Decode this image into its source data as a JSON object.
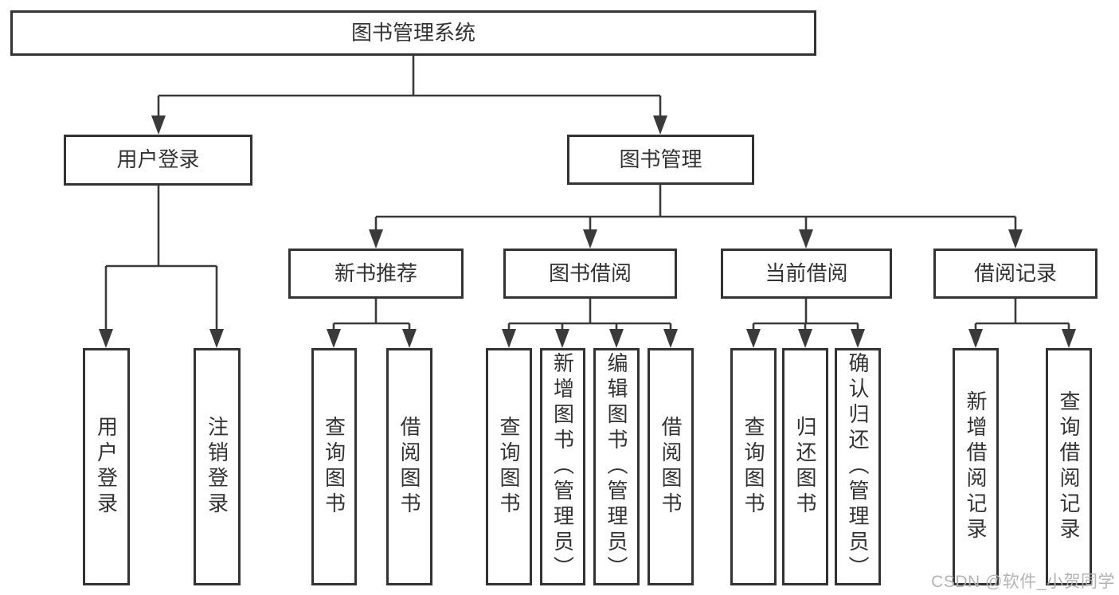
{
  "diagram": {
    "type": "tree",
    "root": {
      "label": "图书管理系统",
      "children": [
        {
          "label": "用户登录",
          "children": [
            {
              "label": "用户登录"
            },
            {
              "label": "注销登录"
            }
          ]
        },
        {
          "label": "图书管理",
          "children": [
            {
              "label": "新书推荐",
              "children": [
                {
                  "label": "查询图书"
                },
                {
                  "label": "借阅图书"
                }
              ]
            },
            {
              "label": "图书借阅",
              "children": [
                {
                  "label": "查询图书"
                },
                {
                  "label": "新增图书（管理员）"
                },
                {
                  "label": "编辑图书（管理员）"
                },
                {
                  "label": "借阅图书"
                }
              ]
            },
            {
              "label": "当前借阅",
              "children": [
                {
                  "label": "查询图书"
                },
                {
                  "label": "归还图书"
                },
                {
                  "label": "确认归还（管理员）"
                }
              ]
            },
            {
              "label": "借阅记录",
              "children": [
                {
                  "label": "新增借阅记录"
                },
                {
                  "label": "查询借阅记录"
                }
              ]
            }
          ]
        }
      ]
    },
    "watermark": "CSDN @软件_小贺同学",
    "colors": {
      "line": "#3a3a3a",
      "border": "#333333",
      "text": "#333333",
      "watermark": "#b3b3b3",
      "background": "#ffffff"
    }
  }
}
